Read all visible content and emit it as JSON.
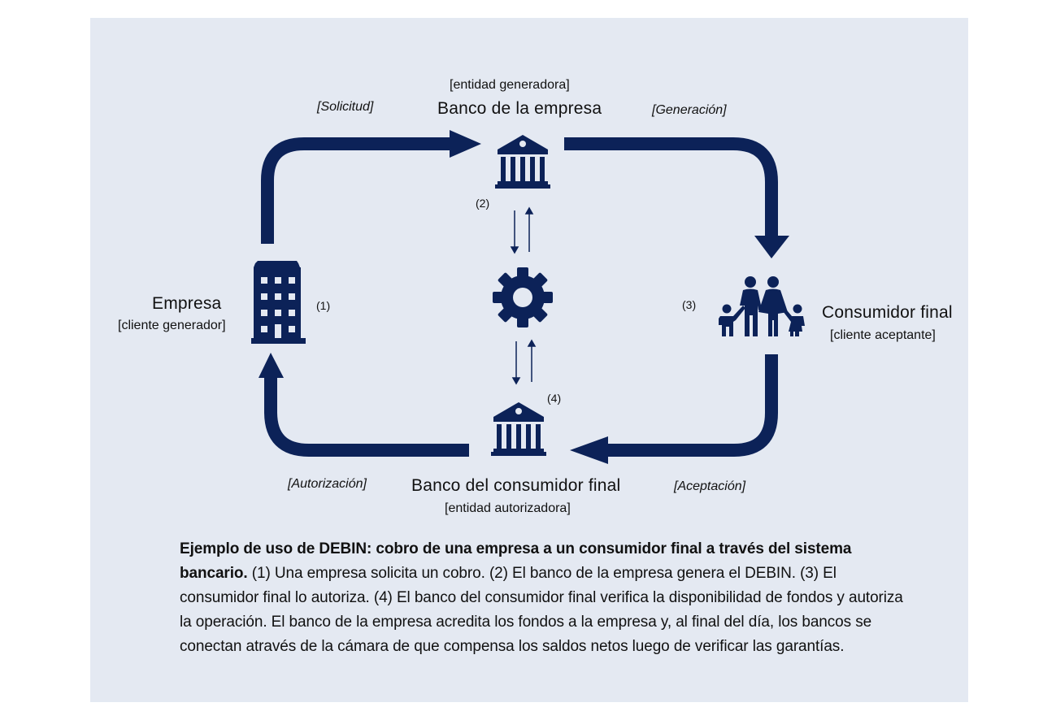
{
  "colors": {
    "accent": "#0c2258",
    "background": "#e4e9f2"
  },
  "nodes": {
    "bank_company": {
      "role": "[entidad generadora]",
      "name": "Banco de la empresa",
      "step": "(2)",
      "icon": "bank-icon"
    },
    "company": {
      "name": "Empresa",
      "role": "[cliente generador]",
      "step": "(1)",
      "icon": "office-building-icon"
    },
    "consumer": {
      "name": "Consumidor final",
      "role": "[cliente aceptante]",
      "step": "(3)",
      "icon": "family-icon"
    },
    "bank_consumer": {
      "name": "Banco del consumidor final",
      "role": "[entidad autorizadora]",
      "step": "(4)",
      "icon": "bank-icon"
    },
    "clearing": {
      "icon": "gear-icon"
    }
  },
  "flows": {
    "solicitud": "[Solicitud]",
    "generacion": "[Generación]",
    "aceptacion": "[Aceptación]",
    "autorizacion": "[Autorización]"
  },
  "caption": {
    "bold": "Ejemplo de uso de DEBIN: cobro de una empresa a un consumidor final a través del sistema bancario.",
    "text": " (1) Una empresa solicita un cobro. (2) El banco de la empresa genera el DEBIN. (3) El consumidor final lo autoriza. (4) El banco del consumidor final verifica la disponibilidad de fondos y autoriza la operación. El banco de la empresa acredita los fondos a la empresa y, al final del día, los bancos se conectan através de la cámara de que compensa los saldos netos luego de verificar las garantías."
  }
}
